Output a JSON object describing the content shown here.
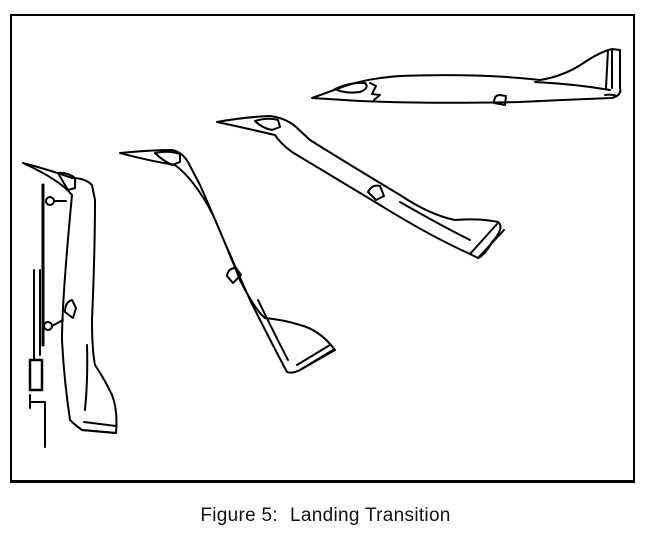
{
  "figure": {
    "number_label": "Figure 5:",
    "title": "Landing Transition",
    "stages": [
      {
        "id": "stage-1",
        "description": "horizontal flight"
      },
      {
        "id": "stage-2",
        "description": "nose-up pitch transition"
      },
      {
        "id": "stage-3",
        "description": "steep pitch transition"
      },
      {
        "id": "stage-4",
        "description": "vertical, attached to landing structure"
      }
    ]
  },
  "colors": {
    "line": "#000000",
    "background": "#ffffff"
  }
}
